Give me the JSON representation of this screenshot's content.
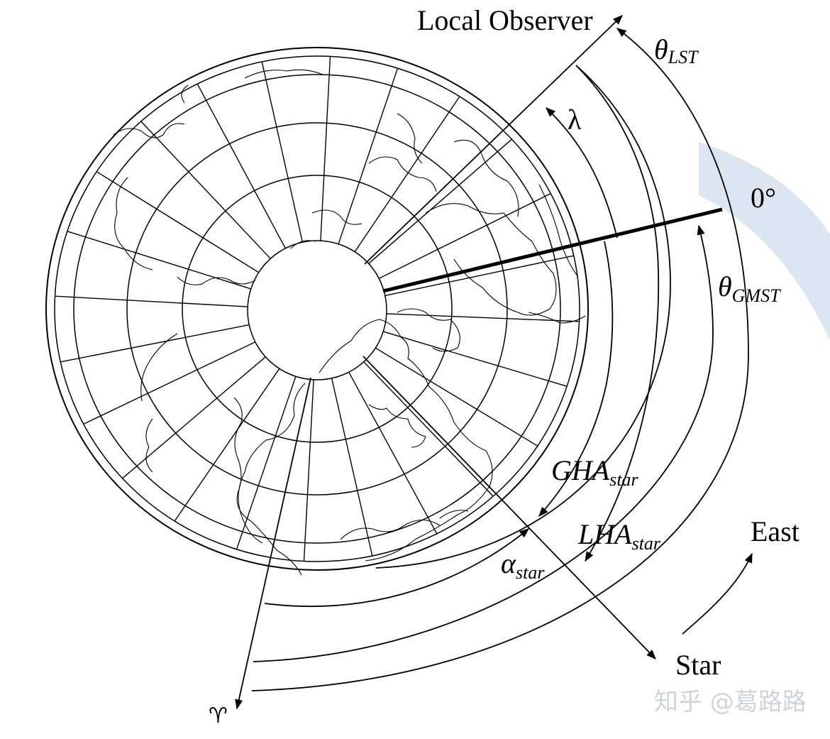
{
  "labels": {
    "local_observer": "Local Observer",
    "theta_lst_main": "θ",
    "theta_lst_sub": "LST",
    "lambda": "λ",
    "zero_deg": "0°",
    "theta_gmst_main": "θ",
    "theta_gmst_sub": "GMST",
    "gha_main": "GHA",
    "gha_sub": "star",
    "lha_main": "LHA",
    "lha_sub": "star",
    "alpha_main": "α",
    "alpha_sub": "star",
    "east": "East",
    "star": "Star",
    "aries": "♈",
    "watermark": "知乎 @葛路路"
  },
  "colors": {
    "ink": "#000000",
    "watermark_arc": "#dbe6f2",
    "watermark_text": "#cfd4da"
  }
}
